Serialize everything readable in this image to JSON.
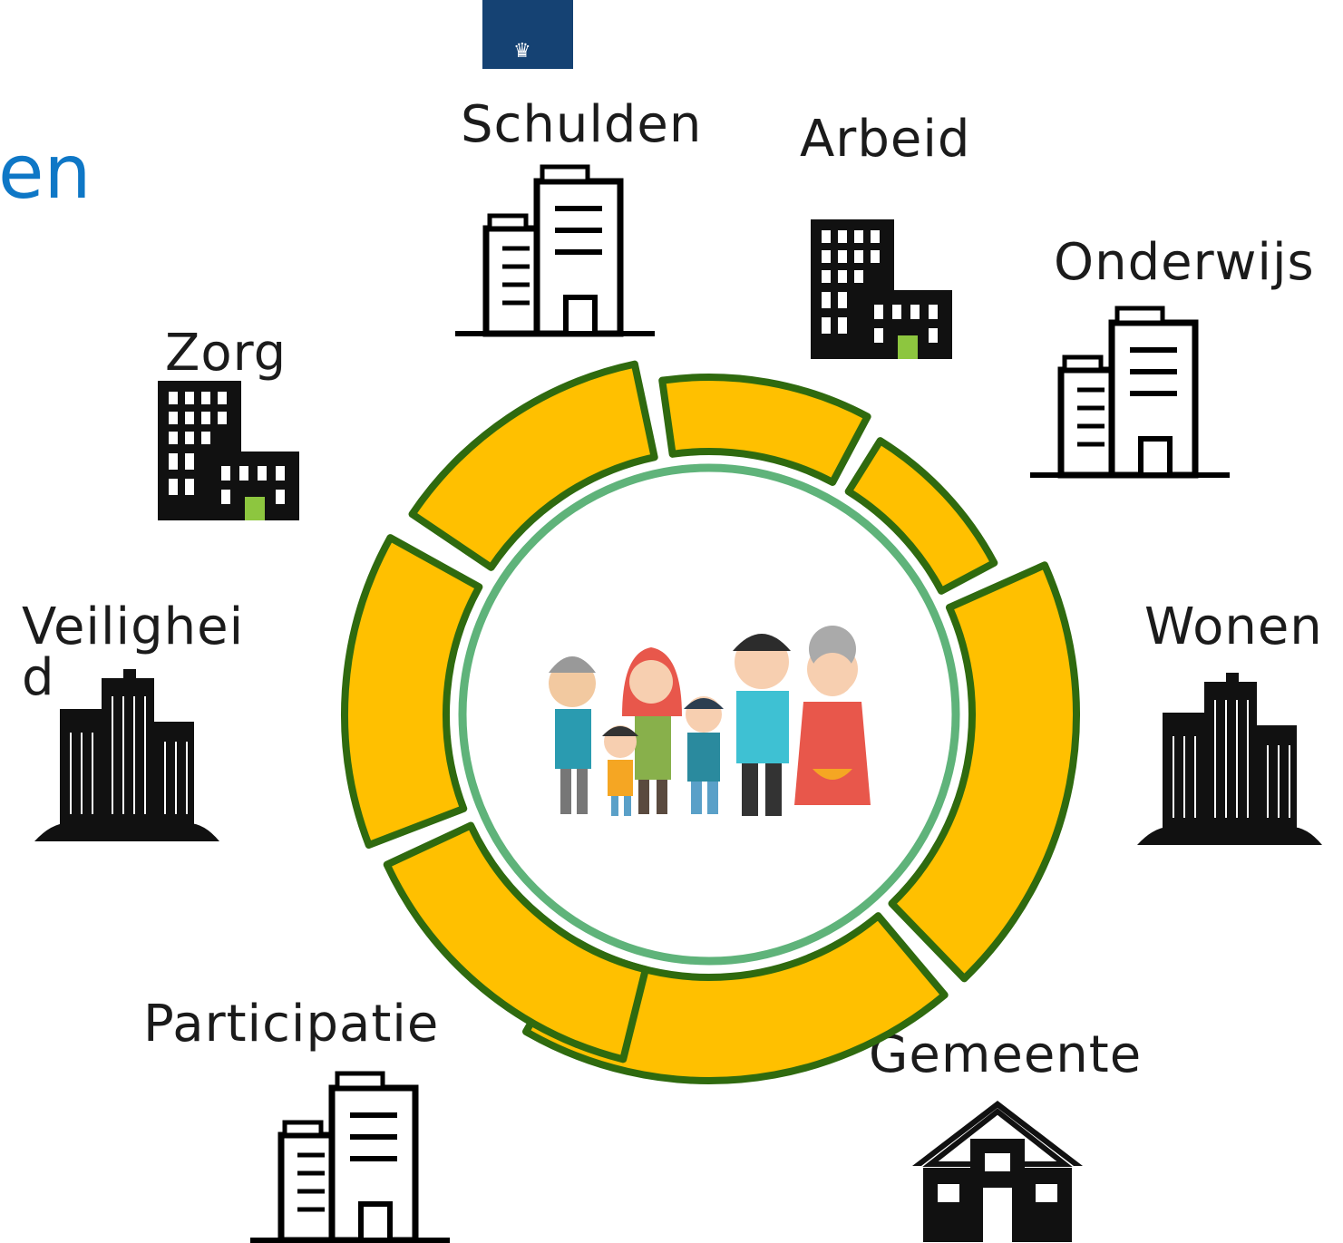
{
  "title": "en",
  "logo": {
    "emblem": "crown-emblem-icon",
    "color": "#154273"
  },
  "center": {
    "image": "family-icon",
    "ring_color": "#5fb37a"
  },
  "ring": {
    "segment_fill": "#ffc000",
    "segment_stroke": "#2f6a0f",
    "segments": 9
  },
  "domains": [
    {
      "key": "schulden",
      "label": "Schulden",
      "icon": "office-building-icon"
    },
    {
      "key": "arbeid",
      "label": "Arbeid",
      "icon": "hospital-building-icon"
    },
    {
      "key": "onderwijs",
      "label": "Onderwijs",
      "icon": "office-building-icon"
    },
    {
      "key": "wonen",
      "label": "Wonen",
      "icon": "city-skyline-icon"
    },
    {
      "key": "gemeente",
      "label": "Gemeente",
      "icon": "house-icon"
    },
    {
      "key": "participatie",
      "label": "Participatie",
      "icon": "office-building-icon"
    },
    {
      "key": "veiligheid",
      "label": "Veilighei\nd",
      "icon": "city-skyline-icon"
    },
    {
      "key": "zorg",
      "label": "Zorg",
      "icon": "hospital-building-icon"
    }
  ]
}
